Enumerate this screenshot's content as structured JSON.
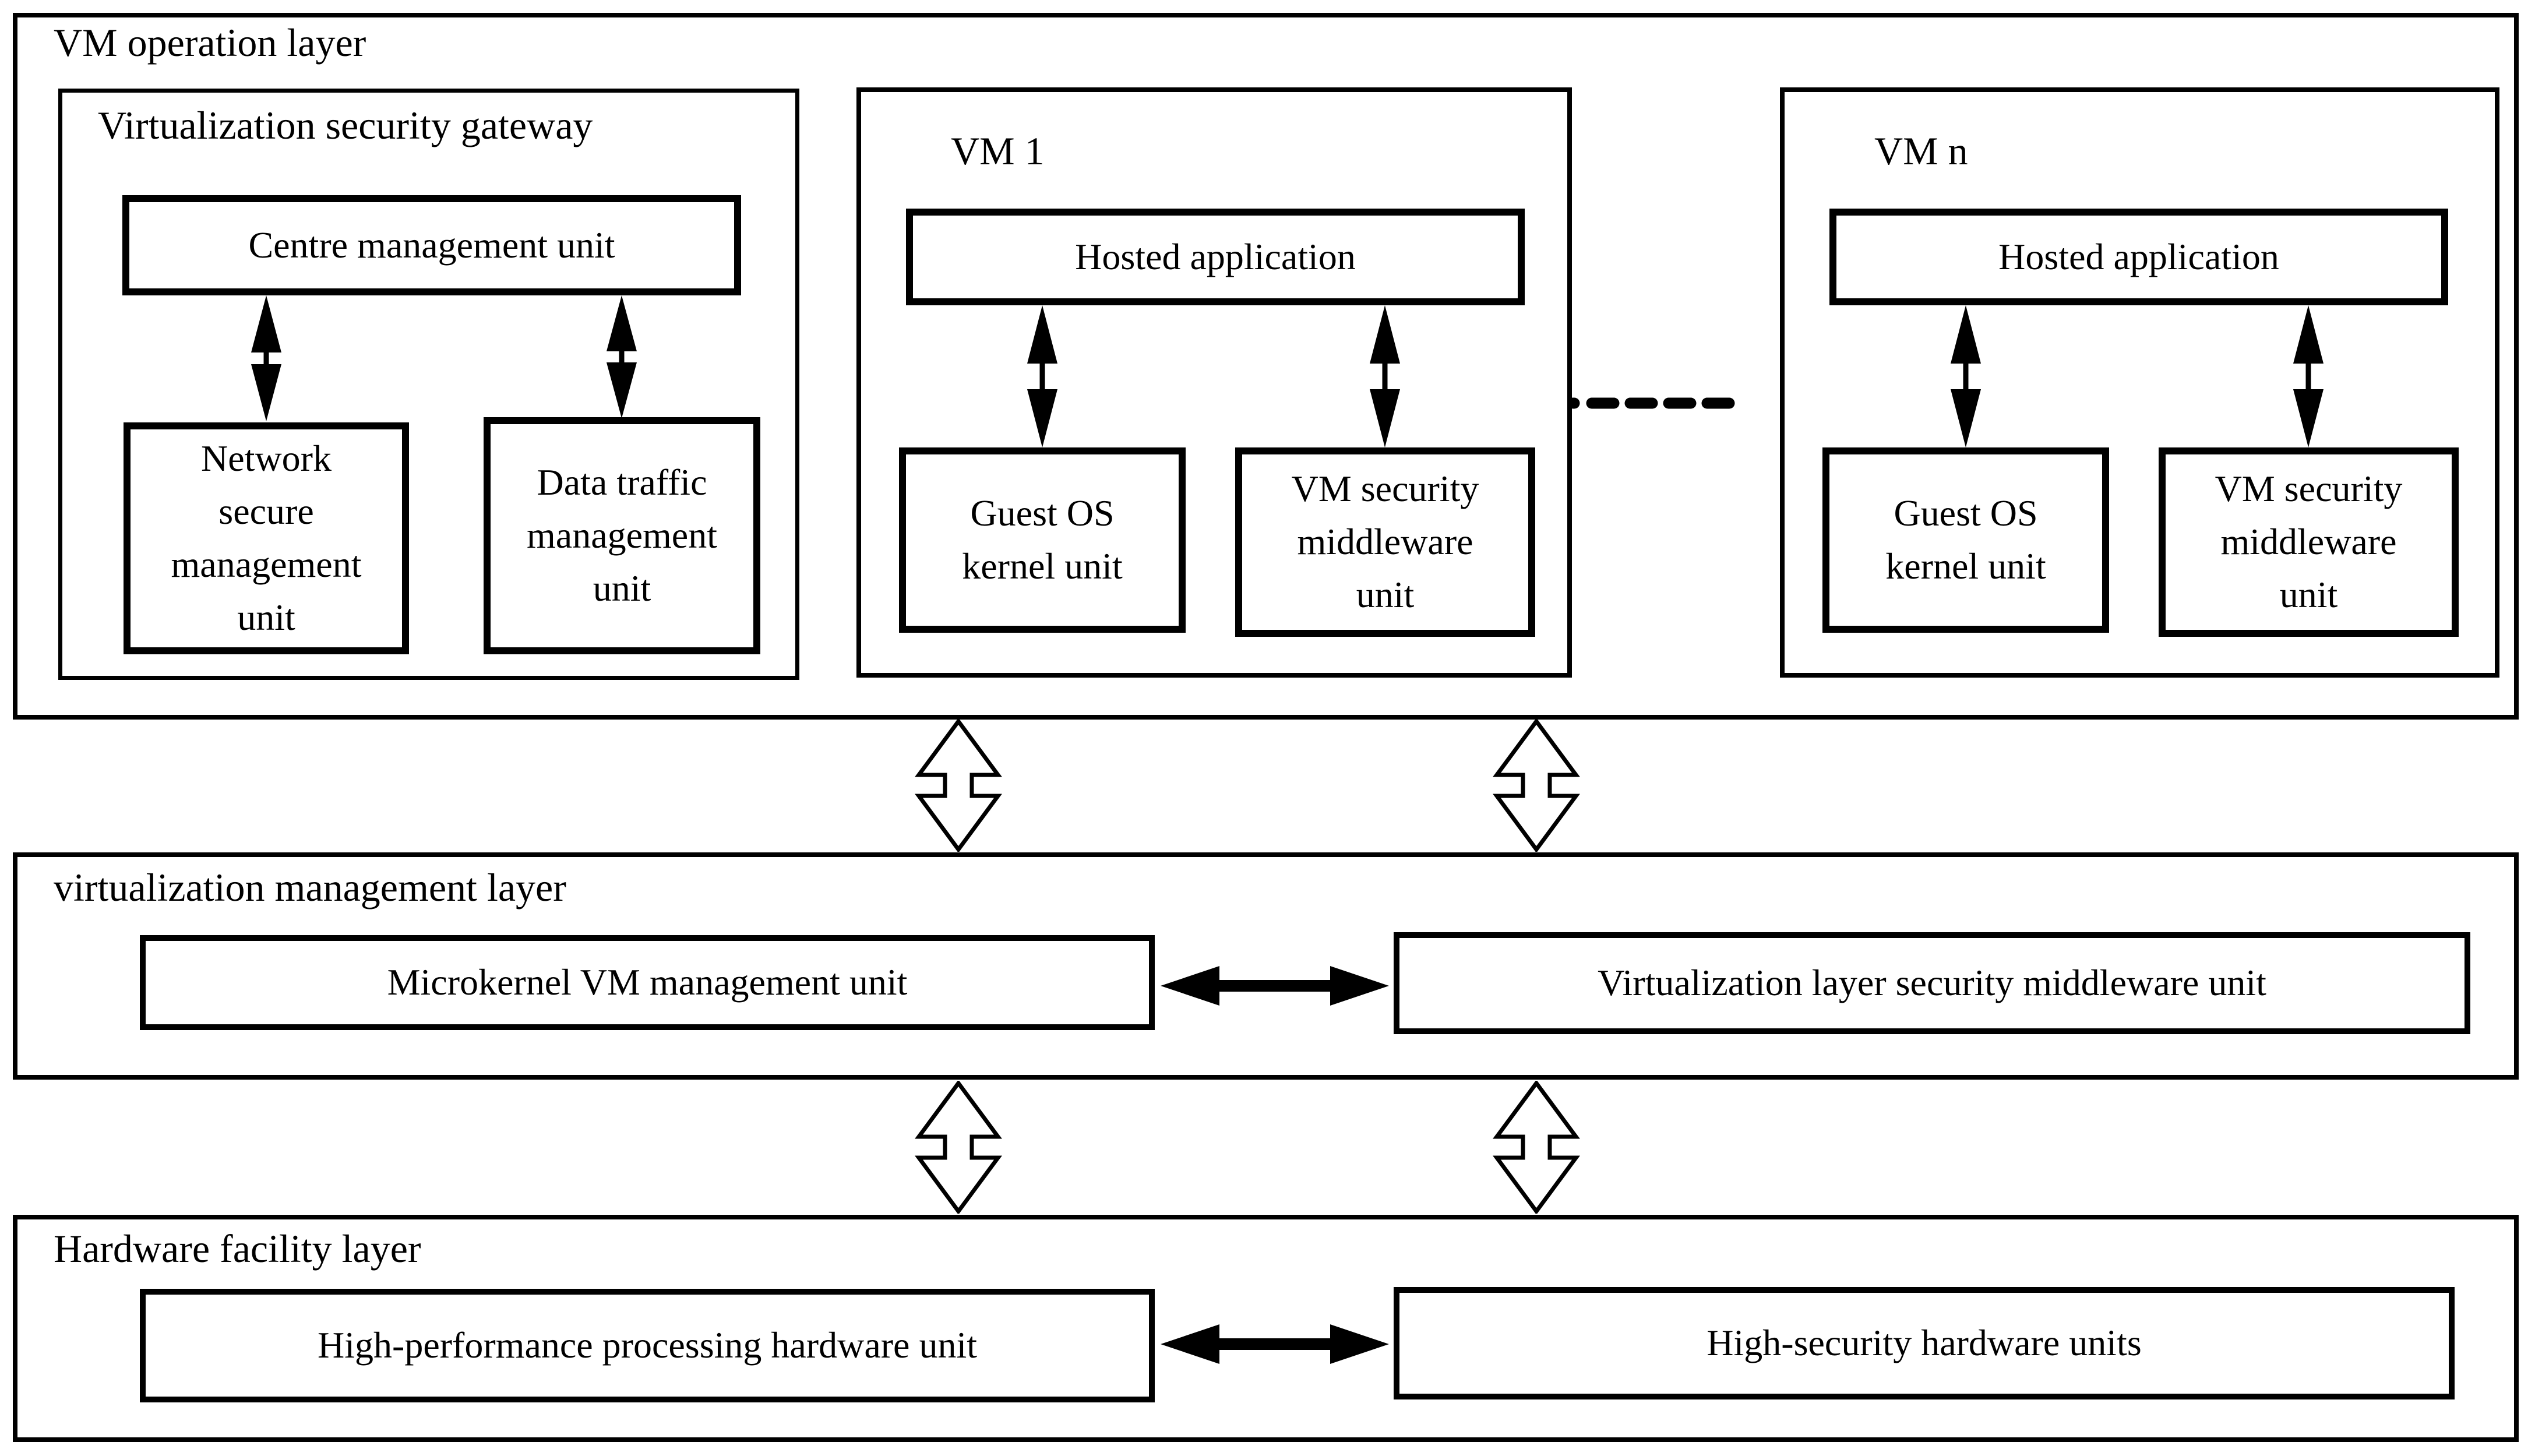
{
  "layers": {
    "vm_operation": {
      "title": "VM operation layer",
      "gateway": {
        "title": "Virtualization security gateway",
        "centre_unit": "Centre management unit",
        "network_unit": "Network\nsecure\nmanagement\nunit",
        "data_unit": "Data traffic\nmanagement\nunit"
      },
      "vm1": {
        "title": "VM 1",
        "hosted_app": "Hosted application",
        "guest_os": "Guest OS\nkernel unit",
        "security_middleware": "VM security\nmiddleware\nunit"
      },
      "vmn": {
        "title": "VM n",
        "hosted_app": "Hosted application",
        "guest_os": "Guest OS\nkernel unit",
        "security_middleware": "VM security\nmiddleware\nunit"
      }
    },
    "virtualization_management": {
      "title": "virtualization management layer",
      "microkernel_unit": "Microkernel VM management unit",
      "security_middleware_unit": "Virtualization layer security middleware unit"
    },
    "hardware_facility": {
      "title": "Hardware facility layer",
      "processing_unit": "High-performance processing hardware unit",
      "security_units": "High-security hardware units"
    }
  },
  "colors": {
    "background": "#ffffff",
    "line": "#000000",
    "text": "#000000"
  }
}
